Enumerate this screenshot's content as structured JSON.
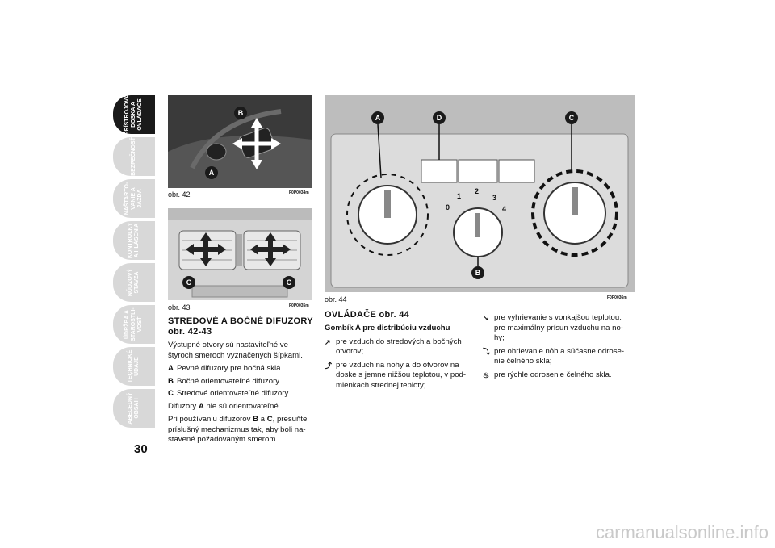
{
  "tabs": [
    {
      "label": "PRÍSTROJOVÁ\nDOSKA A\nOVLÁDAČE",
      "active": true
    },
    {
      "label": "BEZPEČNOSŤ",
      "active": false
    },
    {
      "label": "NAŠTARTO-\nVANIE A\nJAZDA",
      "active": false
    },
    {
      "label": "KONTROLKY\nA HLÁSENIA",
      "active": false
    },
    {
      "label": "NÚDZOVÝ\nSTAVZA",
      "active": false
    },
    {
      "label": "ÚDRŽBA A\nSTAROSTLI-\nVOSŤ",
      "active": false
    },
    {
      "label": "TECHNICKÉ\nÚDAJE",
      "active": false
    },
    {
      "label": "ABECEDNÝ\nOBSAH",
      "active": false
    }
  ],
  "page_number": "30",
  "figures": {
    "fig42": {
      "caption": "obr. 42",
      "code": "F0P0034m",
      "callouts": [
        "B",
        "A"
      ]
    },
    "fig43": {
      "caption": "obr. 43",
      "code": "F0P0035m",
      "callouts": [
        "C",
        "C"
      ]
    },
    "fig44": {
      "caption": "obr. 44",
      "code": "F0P0036m",
      "callouts": [
        "A",
        "D",
        "C",
        "B"
      ],
      "fan_scale": [
        "0",
        "1",
        "2",
        "3",
        "4"
      ]
    }
  },
  "left_column": {
    "heading": "STREDOVÉ A BOČNÉ DIFUZORY obr. 42-43",
    "intro": "Výstupné otvory sú nastaviteľné ve štyroch smeroch vyznačených šípkami.",
    "items": [
      {
        "key": "A",
        "text": "Pevné difuzory pre bočná sklá"
      },
      {
        "key": "B",
        "text": "Bočné orientovateľné difuzory."
      },
      {
        "key": "C",
        "text": "Stredové orientovateľné difuzory."
      }
    ],
    "note_pre": "Difuzory",
    "note_key": "A",
    "note_post": "nie sú orientovateľné.",
    "para_pre": "Pri používaniu difuzorov",
    "para_key1": "B",
    "para_mid": "a",
    "para_key2": "C",
    "para_post": ", presuňte príslušný mechanizmus tak, aby boli na-stavené požadovaným smerom."
  },
  "mid_column": {
    "heading": "OVLÁDAČE obr. 44",
    "sub_heading": "Gombík A pre distribúciu vzduchu",
    "items": [
      {
        "icon": "face-vent-icon",
        "glyph": "↗",
        "text": "pre vzduch do stredových a bočných otvorov;"
      },
      {
        "icon": "face-feet-vent-icon",
        "glyph": "⤴",
        "text": "pre vzduch na nohy a do otvorov na doske s jemne nižšou teplotou, v pod-mienkach strednej teploty;"
      }
    ]
  },
  "right_column": {
    "items": [
      {
        "icon": "feet-vent-icon",
        "glyph": "↘",
        "text": "pre vyhrievanie s vonkajšou teplotou: pre maximálny prísun vzduchu na no-hy;"
      },
      {
        "icon": "feet-windscreen-icon",
        "glyph": "⤵",
        "text": "pre ohrievanie nôh a súčasne odrose-nie čelného skla;"
      },
      {
        "icon": "windscreen-defrost-icon",
        "glyph": "♨",
        "text": "pre rýchle odrosenie čelného skla."
      }
    ]
  },
  "watermark": "carmanualsonline.info",
  "colors": {
    "tab_active": "#1a1a1a",
    "tab_inactive": "#d8d8d8",
    "photo": "#3a3a3a",
    "arrow": "#ffffff"
  }
}
